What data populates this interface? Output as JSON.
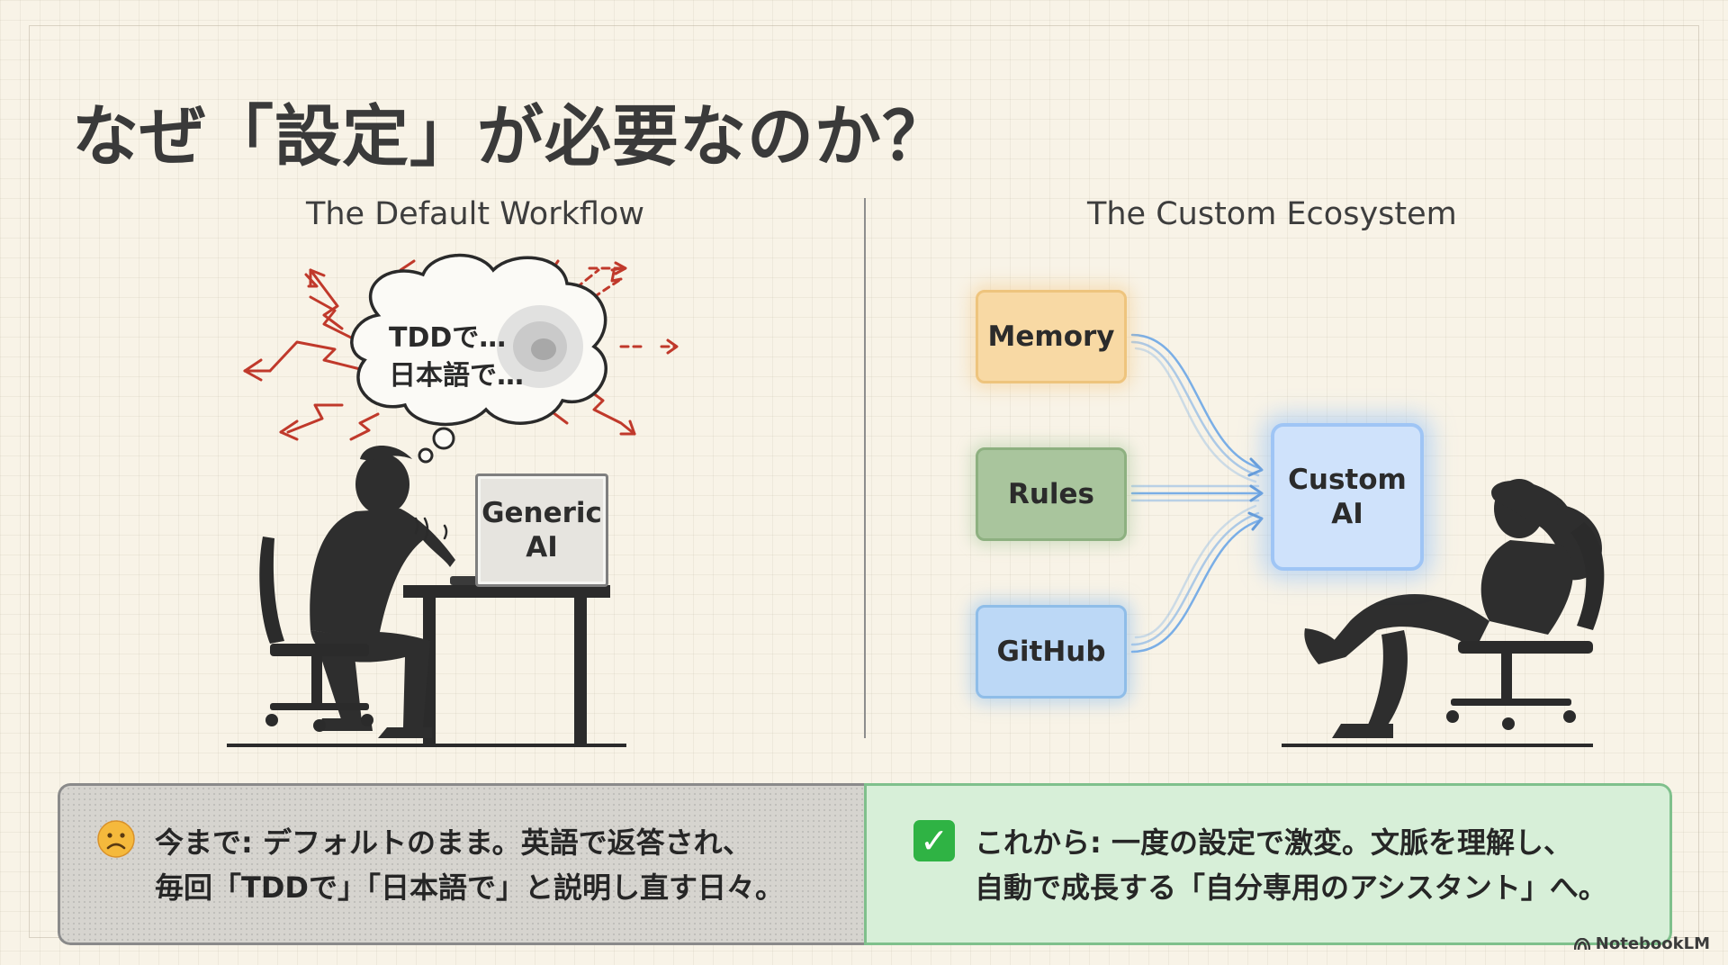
{
  "title": "なぜ「設定」が必要なのか？",
  "left_panel": {
    "heading": "The Default Workflow",
    "thought_line1": "TDDで…",
    "thought_line2": "日本語で…",
    "laptop_line1": "Generic",
    "laptop_line2": "AI"
  },
  "right_panel": {
    "heading": "The Custom Ecosystem",
    "sources": [
      "Memory",
      "Rules",
      "GitHub"
    ],
    "target_line1": "Custom",
    "target_line2": "AI"
  },
  "bottom": {
    "before_line1": "今まで: デフォルトのまま。英語で返答され、",
    "before_line2": "毎回「TDDで」「日本語で」と説明し直す日々。",
    "after_line1": "これから: 一度の設定で激変。文脈を理解し、",
    "after_line2": "自動で成長する「自分専用のアシスタント」へ。",
    "check_glyph": "✓"
  },
  "brand": "NotebookLM",
  "colors": {
    "memory": "#f8d9a4",
    "rules": "#a9c59d",
    "github": "#bcd8f6",
    "custom_ai": "#cfe2fb",
    "stress_arrows": "#c0392b",
    "flow_arrows": "#6fa3e0",
    "before_panel": "#d6d4cf",
    "after_panel": "#d7efd8"
  }
}
